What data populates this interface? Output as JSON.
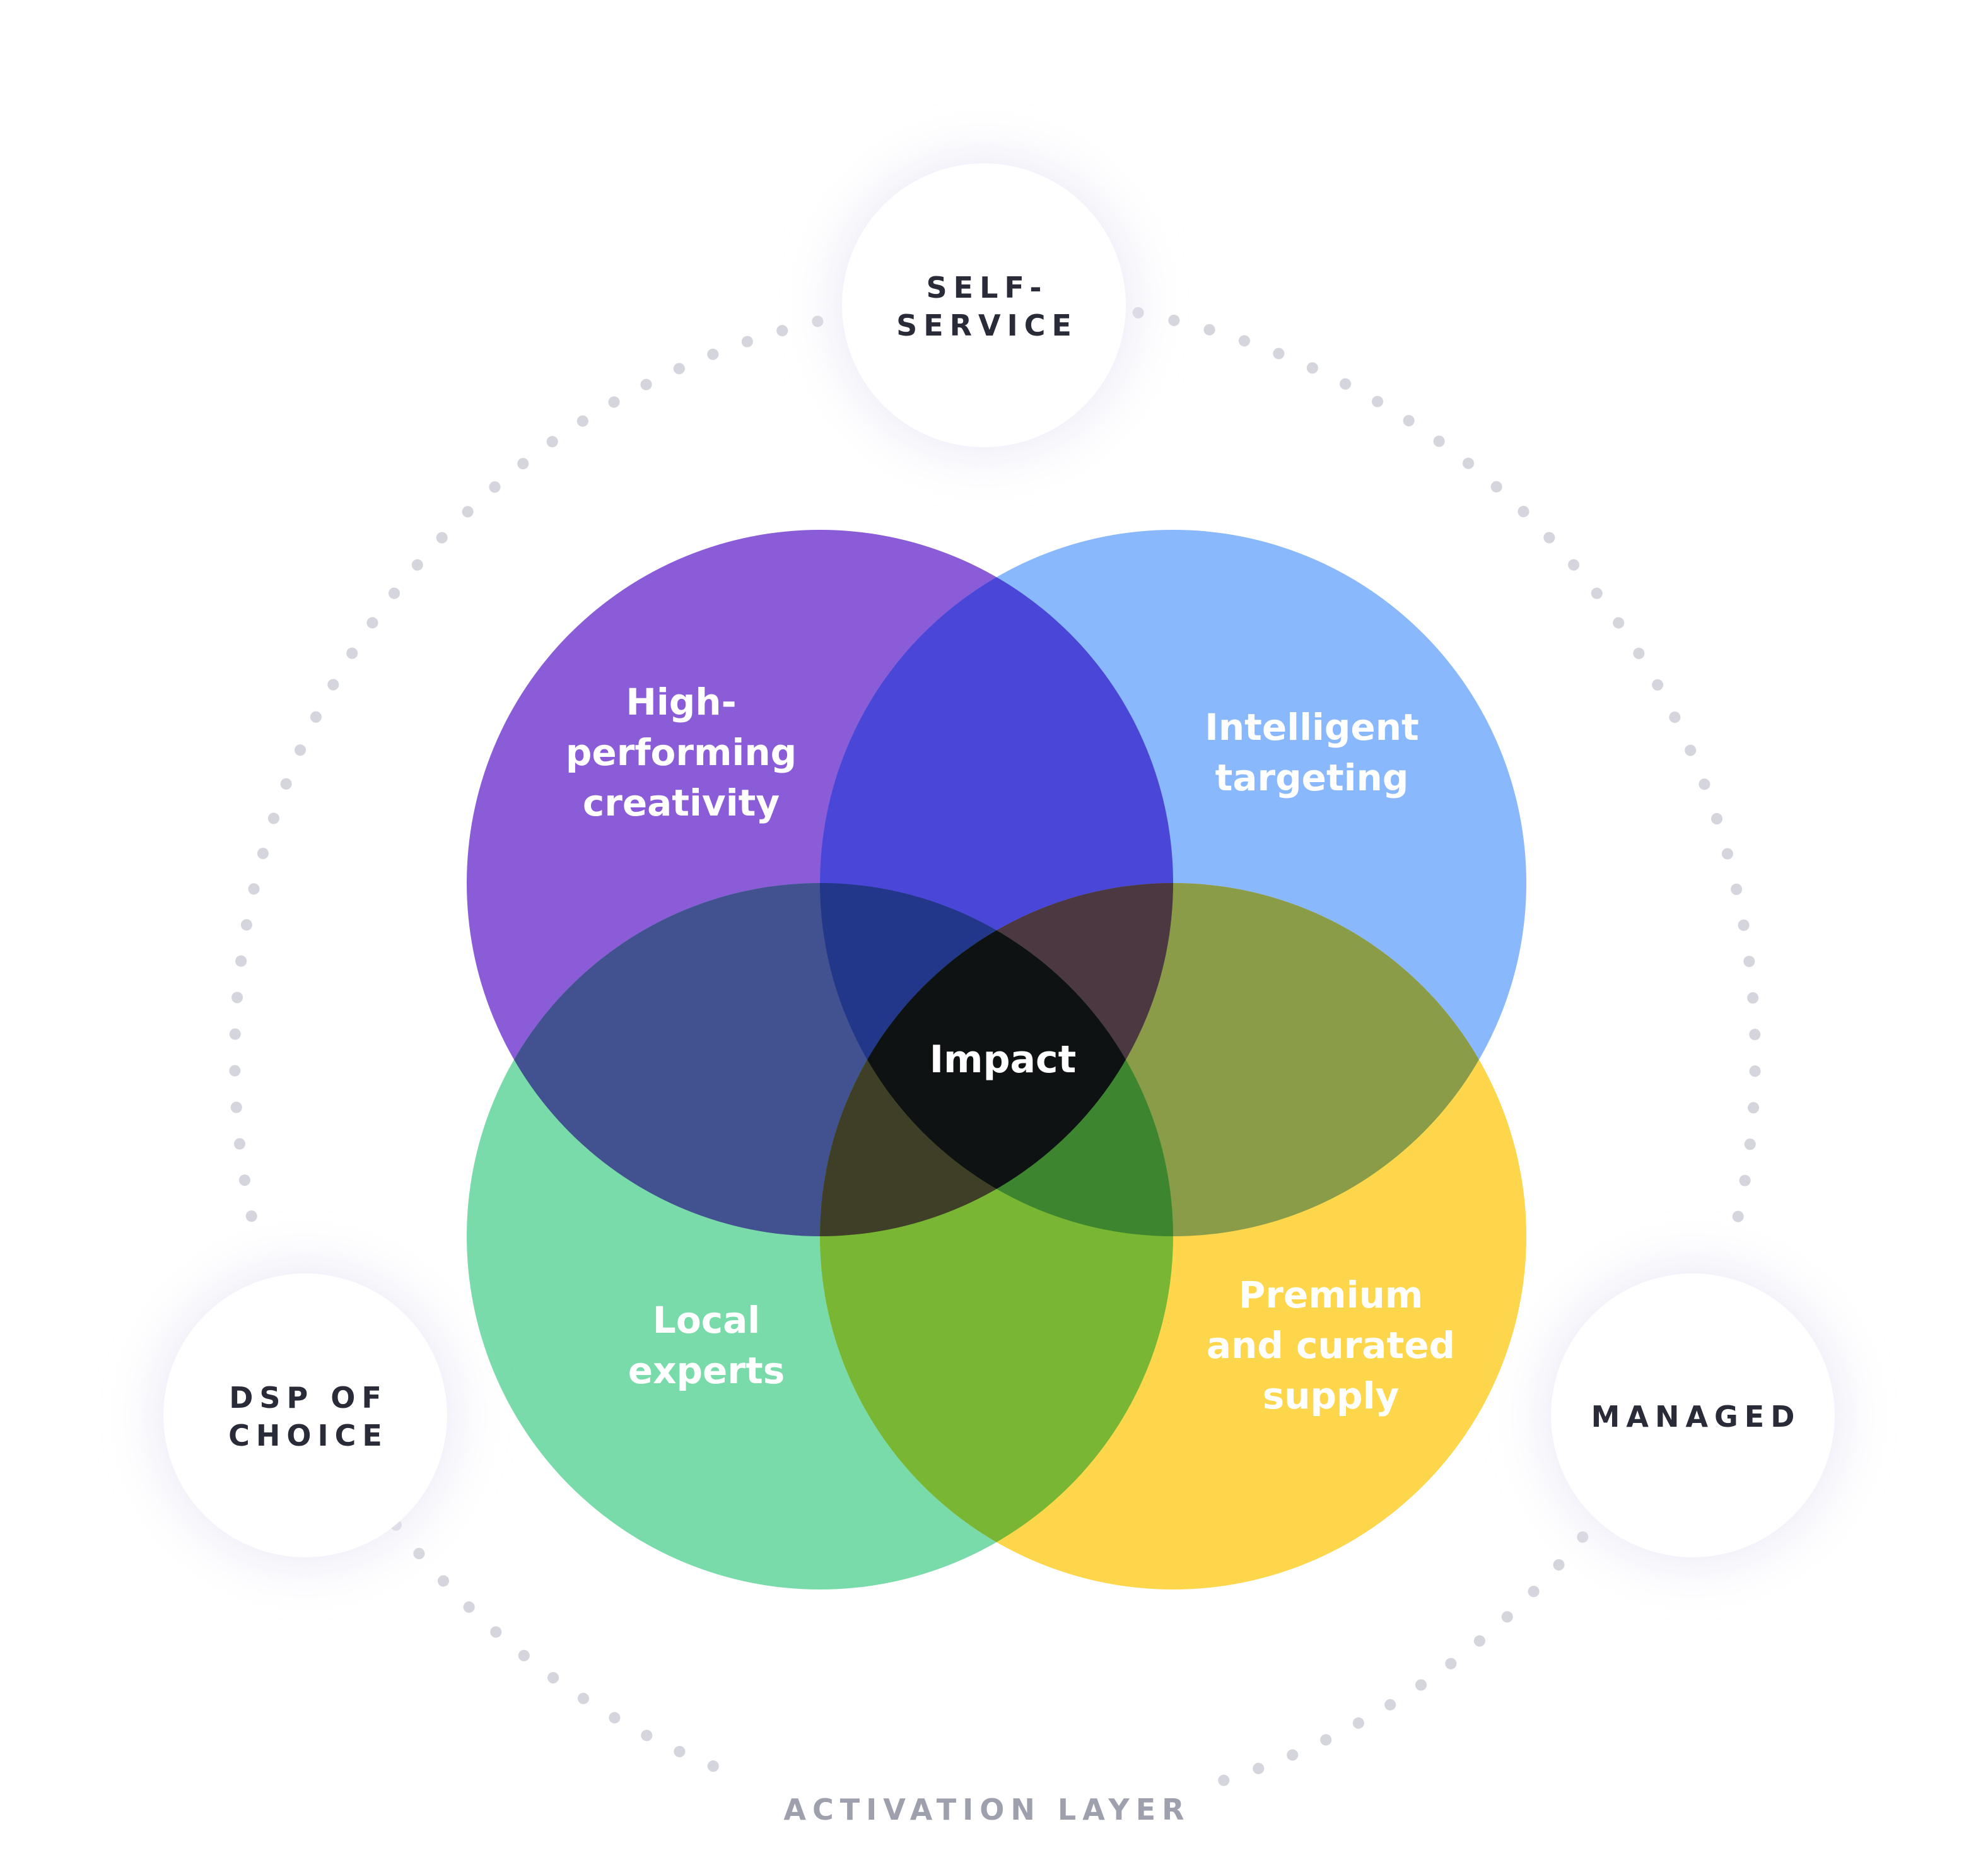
{
  "circles": [
    {
      "name": "high-performing-creativity",
      "lines": [
        "High-",
        "performing",
        "creativity"
      ],
      "color": "#8B5CD8"
    },
    {
      "name": "intelligent-targeting",
      "lines": [
        "Intelligent",
        "targeting"
      ],
      "color": "#8AB8FC"
    },
    {
      "name": "local-experts",
      "lines": [
        "Local",
        "experts"
      ],
      "color": "#78DBA9"
    },
    {
      "name": "premium-and-curated-supply",
      "lines": [
        "Premium",
        "and curated",
        "supply"
      ],
      "color": "#FDD64B"
    }
  ],
  "overlaps": {
    "creativity_targeting": "#4A46D8",
    "creativity_local": "#42518F",
    "targeting_premium": "#8B9C48",
    "local_premium": "#78B633",
    "creativity_targeting_local": "#223789",
    "creativity_targeting_premium": "#4B3840",
    "creativity_local_premium": "#3F3F27",
    "targeting_local_premium": "#3E852F"
  },
  "center": {
    "label": "Impact",
    "color": "#0E1212"
  },
  "nodes": {
    "top": {
      "lines": [
        "SELF-",
        "SERVICE"
      ]
    },
    "left": {
      "lines": [
        "DSP OF",
        "CHOICE"
      ]
    },
    "right": {
      "lines": [
        "MANAGED"
      ]
    }
  },
  "ring_caption": "ACTIVATION LAYER",
  "colors": {
    "ring_dots": "#D5D5DD",
    "node_text": "#2A2B38",
    "caption_text": "#9EA1AD",
    "circle_text": "#FFFFFF",
    "node_fill": "#FFFFFF"
  }
}
